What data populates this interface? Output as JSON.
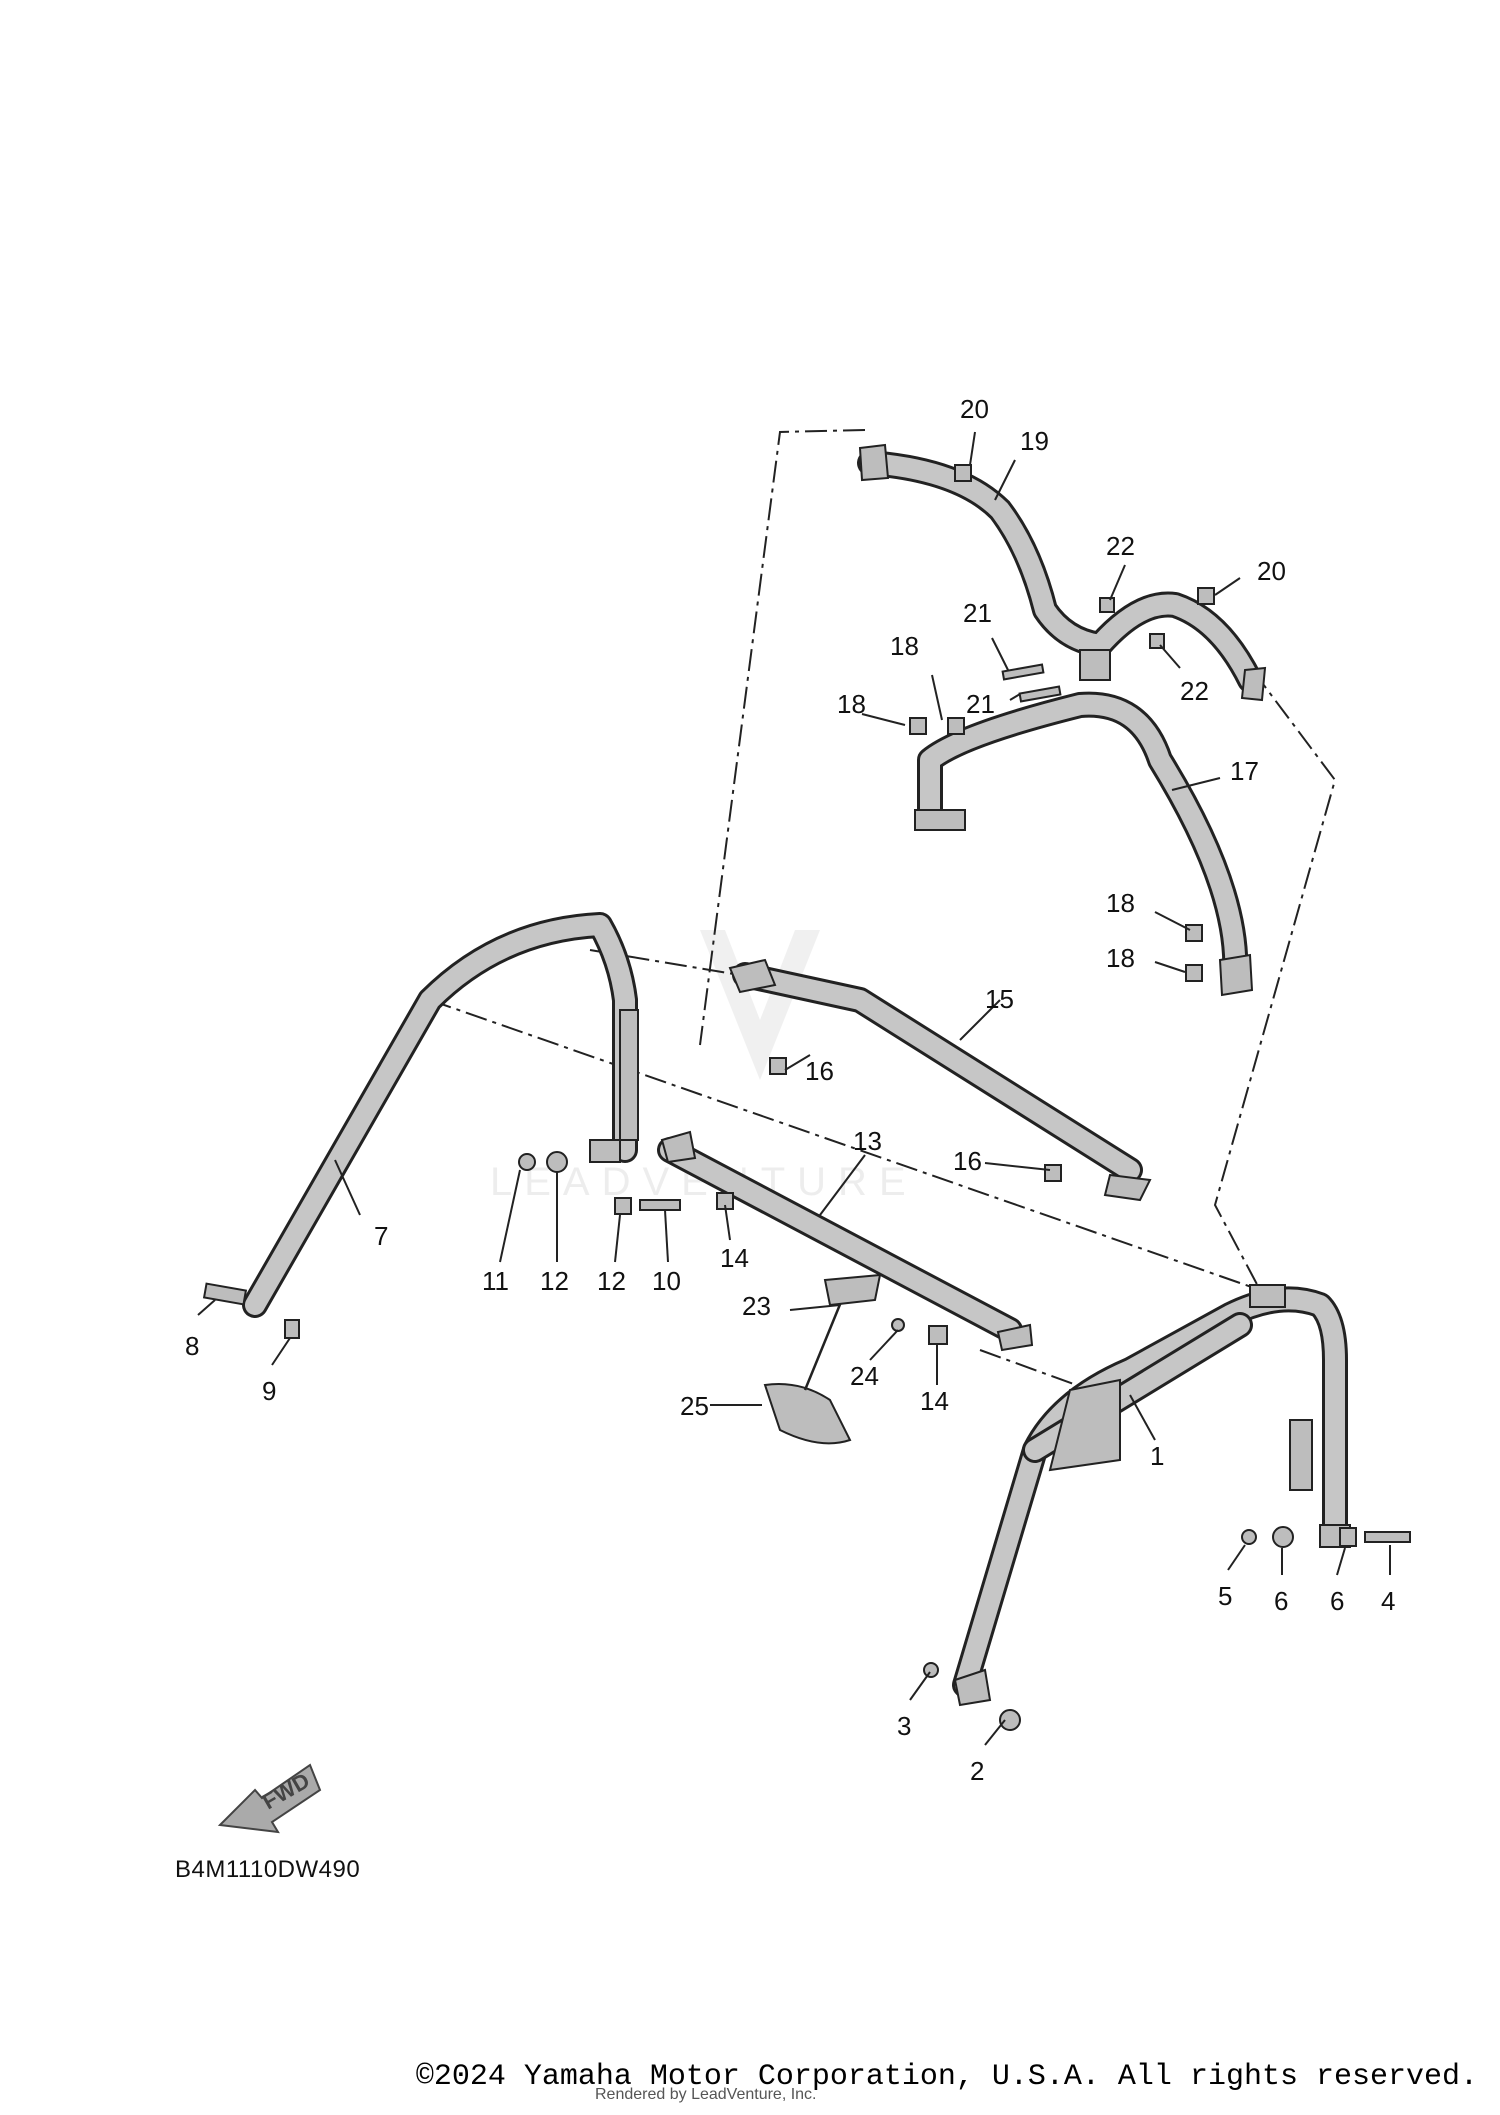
{
  "diagram": {
    "code": "B4M1110DW490",
    "fwd_label": "FWD",
    "watermark": "LEADVENTURE",
    "copyright": "©2024 Yamaha Motor Corporation, U.S.A. All rights reserved.",
    "rendered_by": "Rendered by LeadVenture, Inc.",
    "callouts": [
      "1",
      "2",
      "3",
      "4",
      "5",
      "6",
      "6",
      "7",
      "8",
      "9",
      "10",
      "11",
      "12",
      "12",
      "13",
      "14",
      "14",
      "15",
      "16",
      "16",
      "17",
      "18",
      "18",
      "18",
      "18",
      "19",
      "20",
      "20",
      "21",
      "21",
      "22",
      "22",
      "23",
      "24",
      "25"
    ]
  }
}
